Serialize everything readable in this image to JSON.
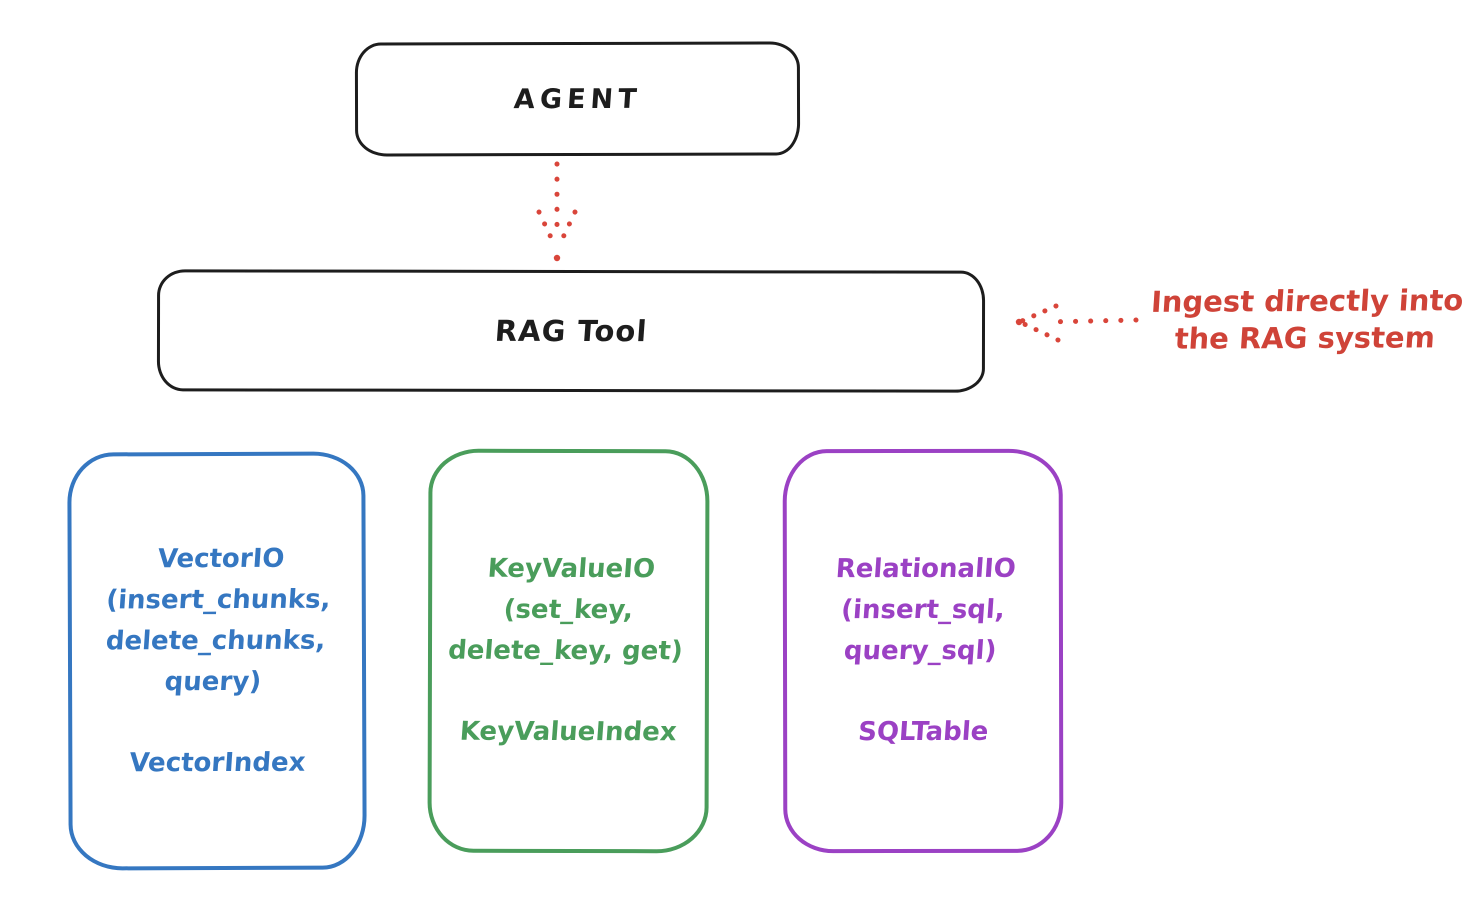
{
  "diagram": {
    "agent_box": {
      "label": "AGENT"
    },
    "rag_tool_box": {
      "label": "RAG Tool"
    },
    "agent_to_rag_arrow": {
      "style": "dotted",
      "direction": "down",
      "color": "#d9453a"
    },
    "ingest_annotation": {
      "line1": "Ingest directly into",
      "line2": "the RAG system",
      "arrow_direction": "left",
      "color": "#cf4338"
    },
    "backend_boxes": [
      {
        "id": "vector-io",
        "color": "#3577c1",
        "title_lines": [
          "VectorIO",
          "(insert_chunks,",
          "delete_chunks,",
          "query)"
        ],
        "index_label": "VectorIndex"
      },
      {
        "id": "keyvalue-io",
        "color": "#4a9d5b",
        "title_lines": [
          "KeyValueIO",
          "(set_key,",
          "delete_key, get)"
        ],
        "index_label": "KeyValueIndex"
      },
      {
        "id": "relational-io",
        "color": "#9b41c4",
        "title_lines": [
          "RelationalIO",
          "(insert_sql,",
          "query_sql)"
        ],
        "index_label": "SQLTable"
      }
    ]
  }
}
